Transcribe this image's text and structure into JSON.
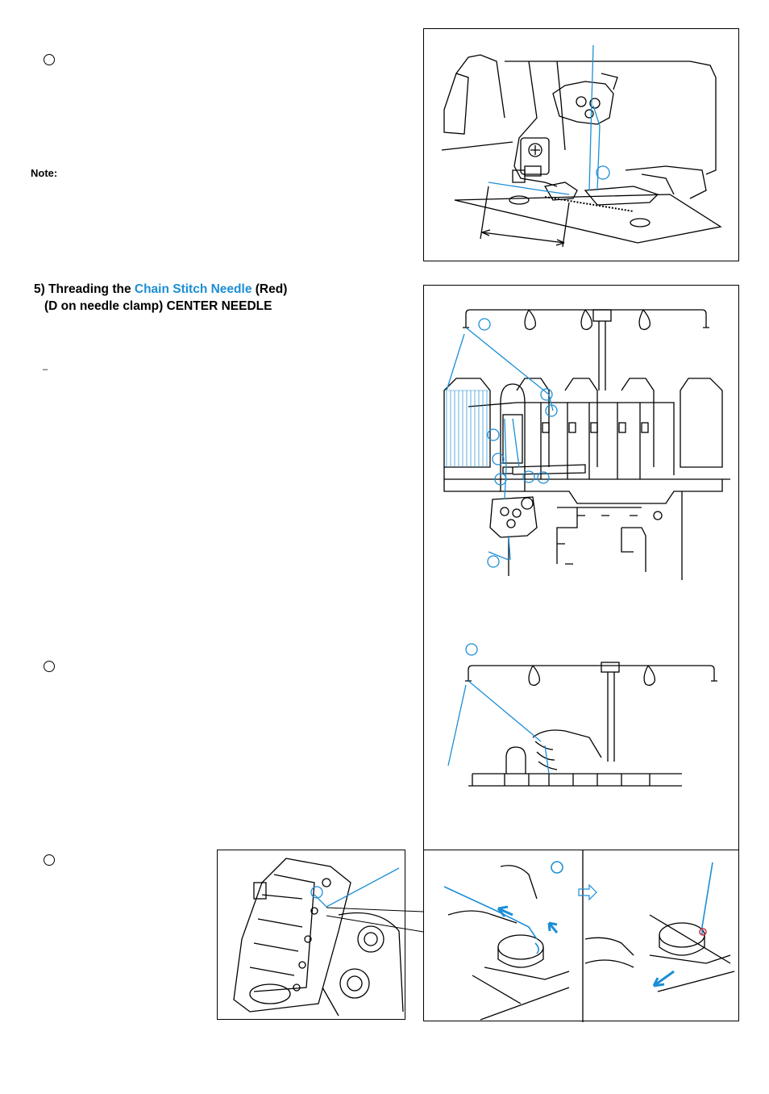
{
  "note_label": "Note:",
  "section": {
    "heading_prefix": "5) Threading the",
    "heading_accent": "Chain Stitch Needle",
    "heading_suffix": "(Red)",
    "subheading": "(D on needle clamp) CENTER NEEDLE",
    "dash": "–"
  },
  "colors": {
    "accent": "#1c8ed6",
    "thread": "#1c8ed6",
    "line": "#000000"
  }
}
